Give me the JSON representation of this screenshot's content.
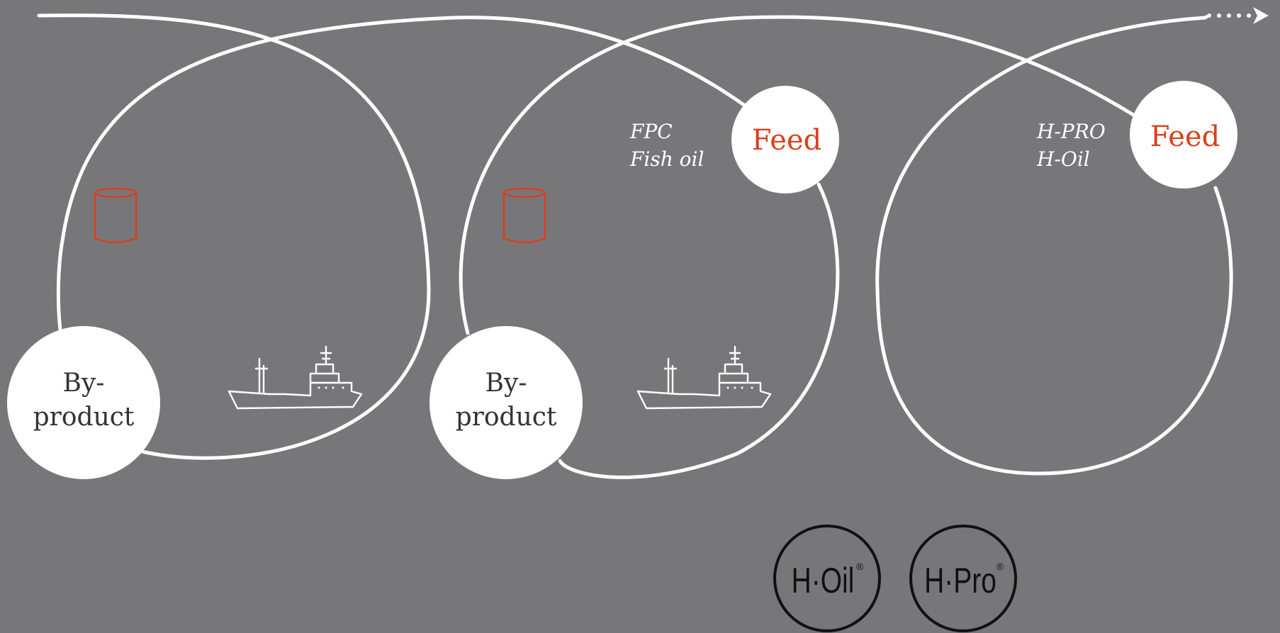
{
  "diagram": {
    "colors": {
      "background": "#77777a",
      "line": "#ffffff",
      "accent": "#d9401c",
      "brand_ring": "#111111"
    },
    "cycles": [
      {
        "byproduct": {
          "line1": "By-",
          "line2": "product"
        },
        "feed": null,
        "products": null,
        "icons": [
          "barrel-icon",
          "fishing-vessel-icon"
        ]
      },
      {
        "byproduct": {
          "line1": "By-",
          "line2": "product"
        },
        "feed": {
          "label": "Feed"
        },
        "products": {
          "line1": "FPC",
          "line2": "Fish oil"
        },
        "icons": [
          "barrel-icon",
          "fishing-vessel-icon"
        ]
      },
      {
        "byproduct": null,
        "feed": {
          "label": "Feed"
        },
        "products": {
          "line1": "H-PRO",
          "line2": "H-Oil"
        },
        "icons": []
      }
    ],
    "brands": [
      {
        "label": "H·Oil",
        "mark": "®"
      },
      {
        "label": "H·Pro",
        "mark": "®"
      }
    ],
    "continuation": "flow-arrow-icon"
  }
}
